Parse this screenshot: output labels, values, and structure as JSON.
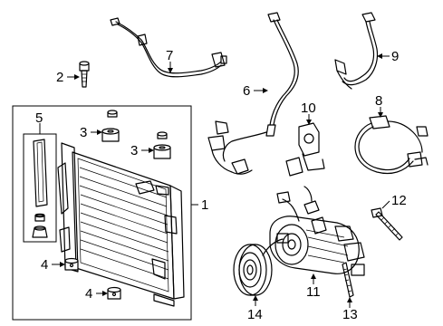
{
  "diagram": {
    "type": "exploded-parts-diagram",
    "callouts": {
      "c1": "1",
      "c2": "2",
      "c3a": "3",
      "c3b": "3",
      "c4a": "4",
      "c4b": "4",
      "c5": "5",
      "c6": "6",
      "c7": "7",
      "c8": "8",
      "c9": "9",
      "c10": "10",
      "c11": "11",
      "c12": "12",
      "c13": "13",
      "c14": "14"
    },
    "colors": {
      "line": "#000000",
      "background": "#ffffff"
    }
  }
}
